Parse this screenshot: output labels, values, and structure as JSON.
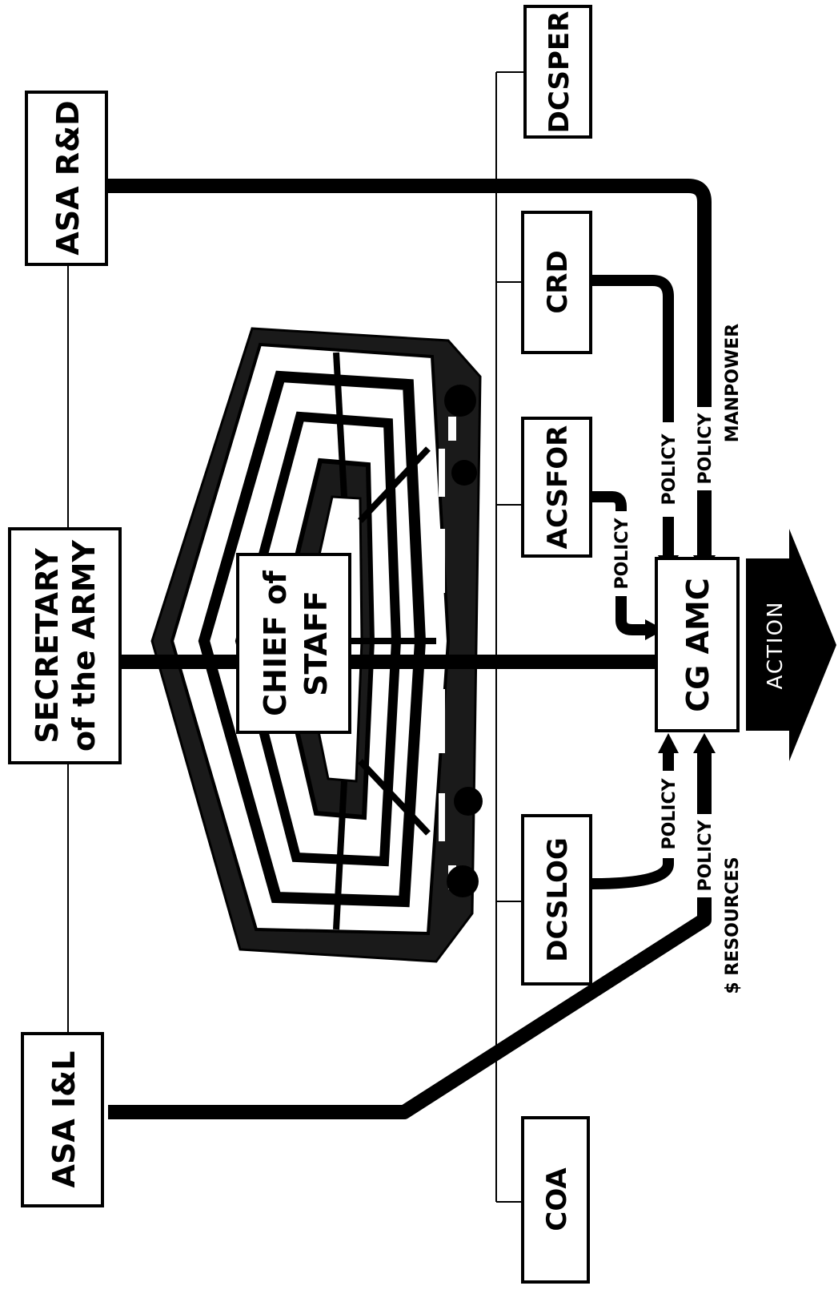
{
  "boxes": {
    "asa_il": "ASA I&L",
    "secretary_line1": "SECRETARY",
    "secretary_line2": "of the ARMY",
    "asa_rd": "ASA R&D",
    "chief_line1": "CHIEF of",
    "chief_line2": "STAFF",
    "coa": "COA",
    "dcslog": "DCSLOG",
    "acsfor": "ACSFOR",
    "crd": "CRD",
    "dcsper": "DCSPER",
    "cg_amc": "CG AMC"
  },
  "flows": {
    "policy_dcslog": "POLICY",
    "policy_il": "POLICY",
    "resources": "$ RESOURCES",
    "policy_acsfor": "POLICY",
    "policy_crd": "POLICY",
    "policy_rd": "POLICY",
    "manpower": "MANPOWER"
  },
  "action": "ACTION",
  "colors": {
    "ink": "#000000",
    "paper": "#ffffff"
  },
  "picture": "pentagon-building-illustration"
}
